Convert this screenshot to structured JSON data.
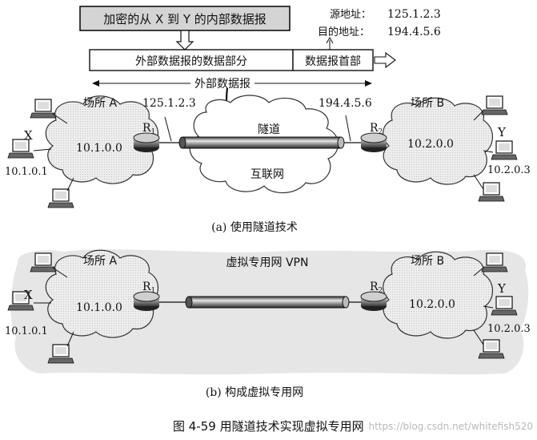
{
  "encrypted_box": "加密的从 X 到 Y 的内部数据报",
  "src_addr_label": "源地址：",
  "src_addr_value": "125.1.2.3",
  "dst_addr_label": "目的地址：",
  "dst_addr_value": "194.4.5.6",
  "data_part": "外部数据报的数据部分",
  "header": "数据报首部",
  "outer_datagram": "外部数据报",
  "site_a": "场所 A",
  "site_b": "场所 B",
  "net_a": "10.1.0.0",
  "net_b": "10.2.0.0",
  "host_x": "X",
  "host_y": "Y",
  "ip_x": "10.1.0.1",
  "ip_y": "10.2.0.3",
  "ip_r1": "125.1.2.3",
  "ip_r2": "194.4.5.6",
  "r1": "R",
  "r1_sub": "1",
  "r2": "R",
  "r2_sub": "2",
  "tunnel": "隧道",
  "internet": "互联网",
  "caption_a": "(a) 使用隧道技术",
  "vpn": "虚拟专用网 VPN",
  "caption_b": "(b) 构成虚拟专用网",
  "figure_caption": "图 4-59    用隧道技术实现虚拟专用网",
  "watermark": "https://blog.csdn.net/whitefish520"
}
